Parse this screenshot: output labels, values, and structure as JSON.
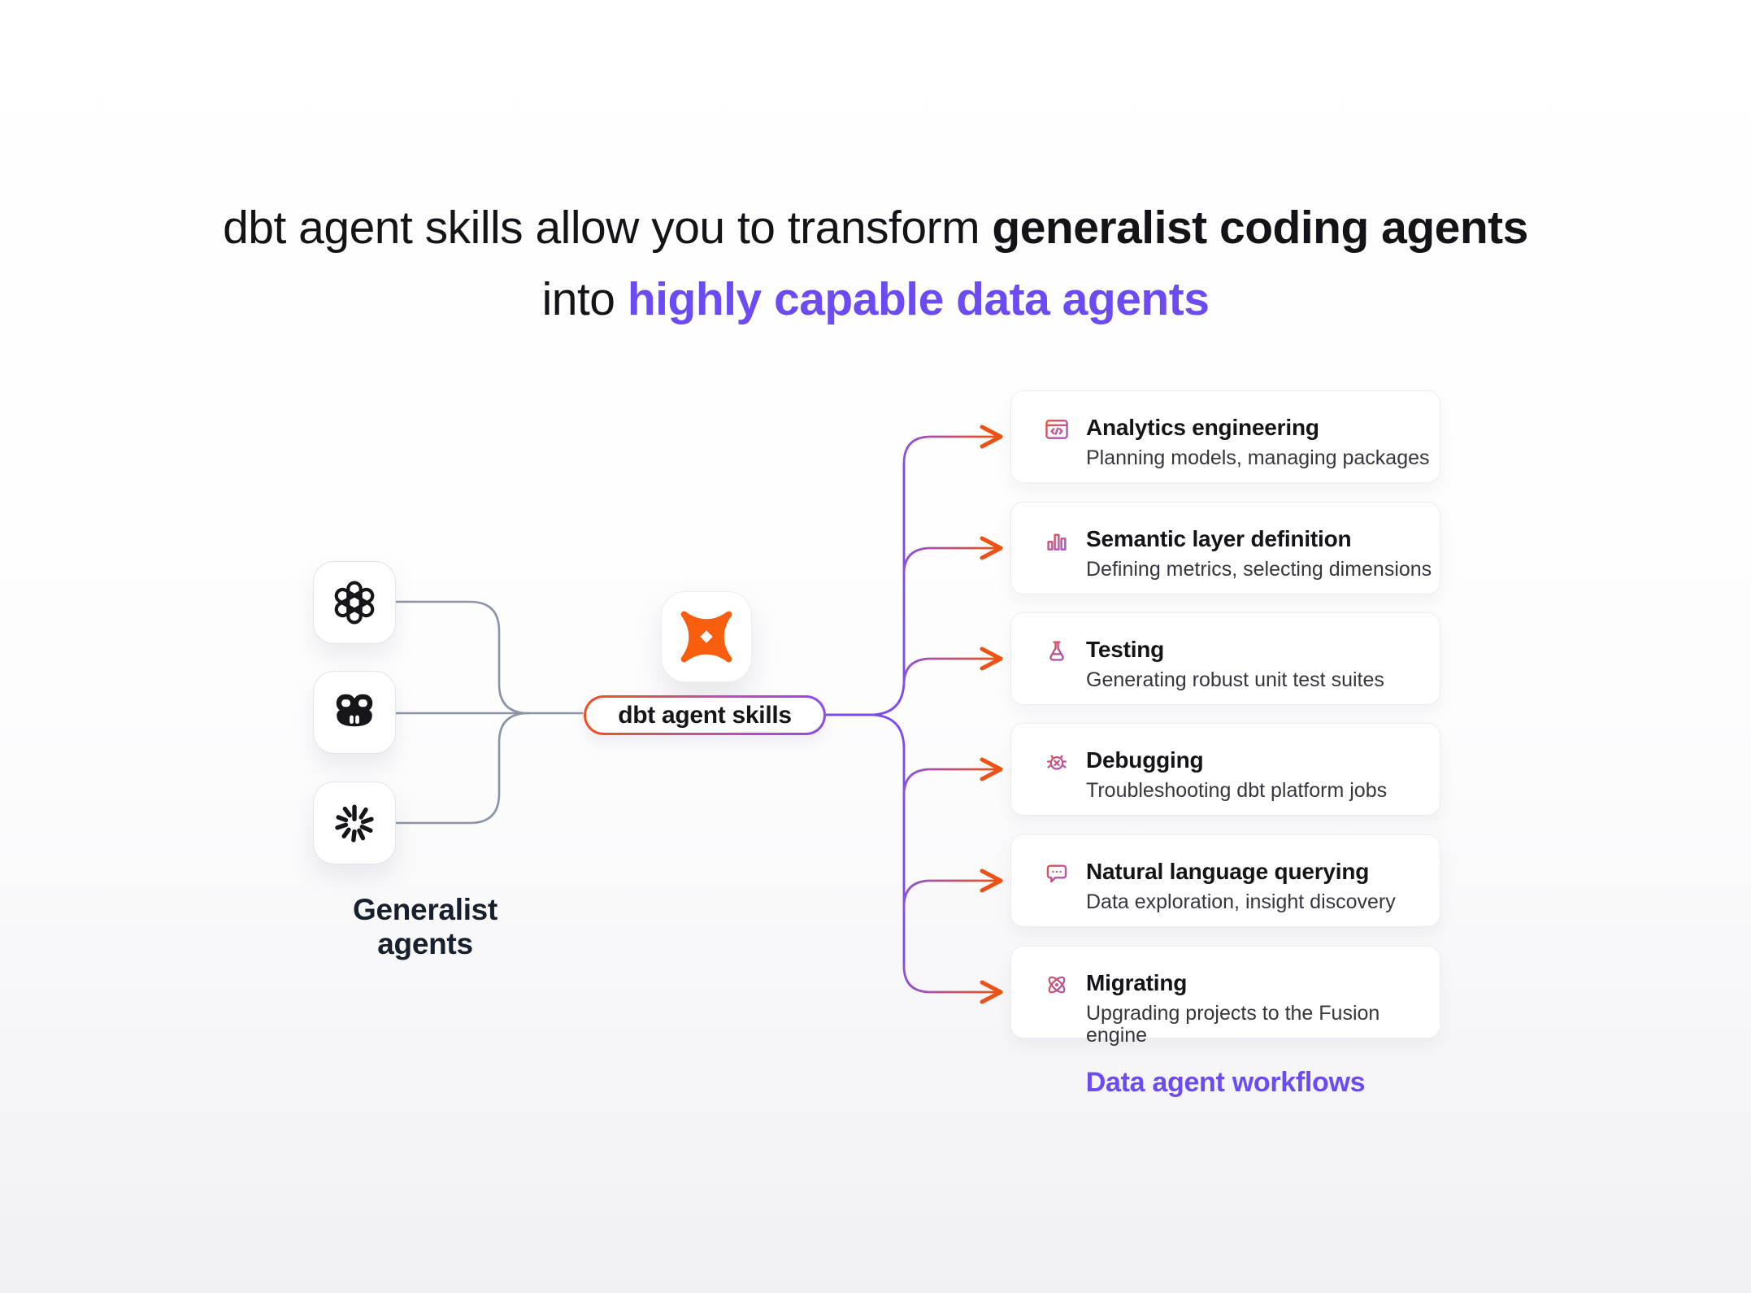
{
  "title": {
    "line1_regular": "dbt agent skills allow you to transform ",
    "line1_bold": "generalist coding agents",
    "line2_regular": "into ",
    "line2_accent": "highly capable data agents"
  },
  "generalist_group": {
    "label": "Generalist agents",
    "agents": [
      {
        "icon": "openai-logo"
      },
      {
        "icon": "github-copilot-logo"
      },
      {
        "icon": "claude-logo"
      }
    ]
  },
  "center": {
    "logo": "dbt-logo",
    "pill_label": "dbt agent skills"
  },
  "workflows": {
    "caption": "Data agent workflows",
    "cards": [
      {
        "icon": "code-window-icon",
        "title": "Analytics engineering",
        "subtitle": "Planning models, managing packages"
      },
      {
        "icon": "bar-chart-icon",
        "title": "Semantic layer definition",
        "subtitle": "Defining metrics, selecting dimensions"
      },
      {
        "icon": "flask-icon",
        "title": "Testing",
        "subtitle": "Generating robust unit test suites"
      },
      {
        "icon": "bug-icon",
        "title": "Debugging",
        "subtitle": "Troubleshooting dbt platform jobs"
      },
      {
        "icon": "chat-bubble-icon",
        "title": "Natural language querying",
        "subtitle": "Data exploration, insight discovery"
      },
      {
        "icon": "atom-icon",
        "title": "Migrating",
        "subtitle": "Upgrading projects to the Fusion engine"
      }
    ]
  },
  "colors": {
    "accent_purple": "#6C4BF4",
    "dbt_orange": "#F95D0E",
    "arrow_orange": "#EB5316",
    "connector_gray": "#8B93A6",
    "connector_purple": "#7B4AF0"
  }
}
